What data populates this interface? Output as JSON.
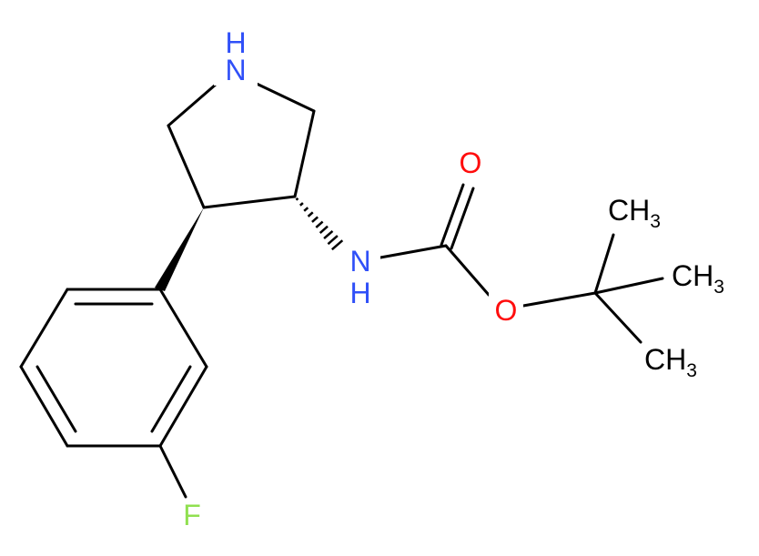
{
  "molecule": {
    "atoms": {
      "ring_nh": "N",
      "ring_h": "H",
      "carbamate_n": "N",
      "carbamate_h": "H",
      "carbonyl_o": "O",
      "ester_o": "O",
      "fluorine": "F",
      "methyl_1": "CH",
      "methyl_1_sub": "3",
      "methyl_2": "CH",
      "methyl_2_sub": "3",
      "methyl_3": "CH",
      "methyl_3_sub": "3"
    },
    "colors": {
      "nitrogen": "#3050F8",
      "oxygen": "#FF0D0D",
      "fluorine": "#90E050",
      "carbon": "#000000"
    }
  }
}
